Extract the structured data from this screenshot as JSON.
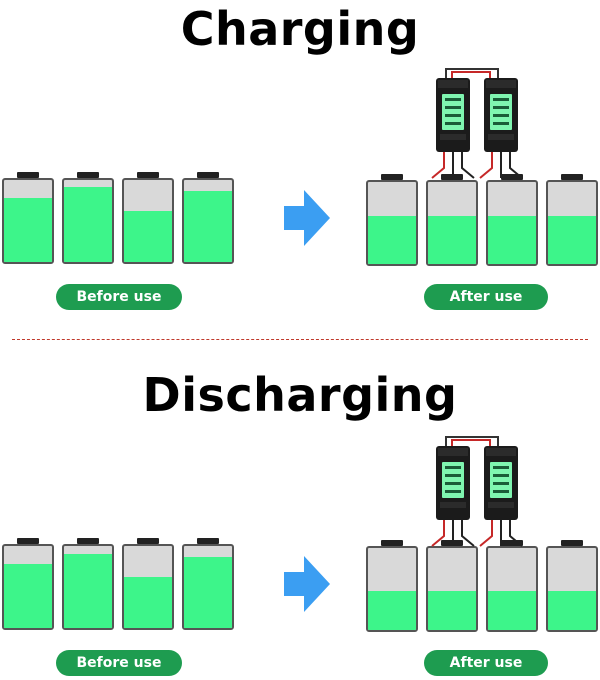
{
  "colors": {
    "fill": "#3df58a",
    "empty": "#d9d9d9",
    "pill": "#1e9c50",
    "arrow": "#3b9ef2",
    "divider": "#c0392b",
    "wire": "#c62828"
  },
  "sections": [
    {
      "title": "Charging",
      "before_label": "Before use",
      "after_label": "After use",
      "before_levels": [
        0.78,
        0.92,
        0.62,
        0.86
      ],
      "after_levels": [
        0.58,
        0.58,
        0.58,
        0.58
      ]
    },
    {
      "title": "Discharging",
      "before_label": "Before use",
      "after_label": "After use",
      "before_levels": [
        0.78,
        0.9,
        0.62,
        0.86
      ],
      "after_levels": [
        0.47,
        0.47,
        0.47,
        0.47
      ]
    }
  ],
  "icons": {
    "arrow": "right-arrow-icon",
    "device": "battery-balancer-device-icon"
  }
}
